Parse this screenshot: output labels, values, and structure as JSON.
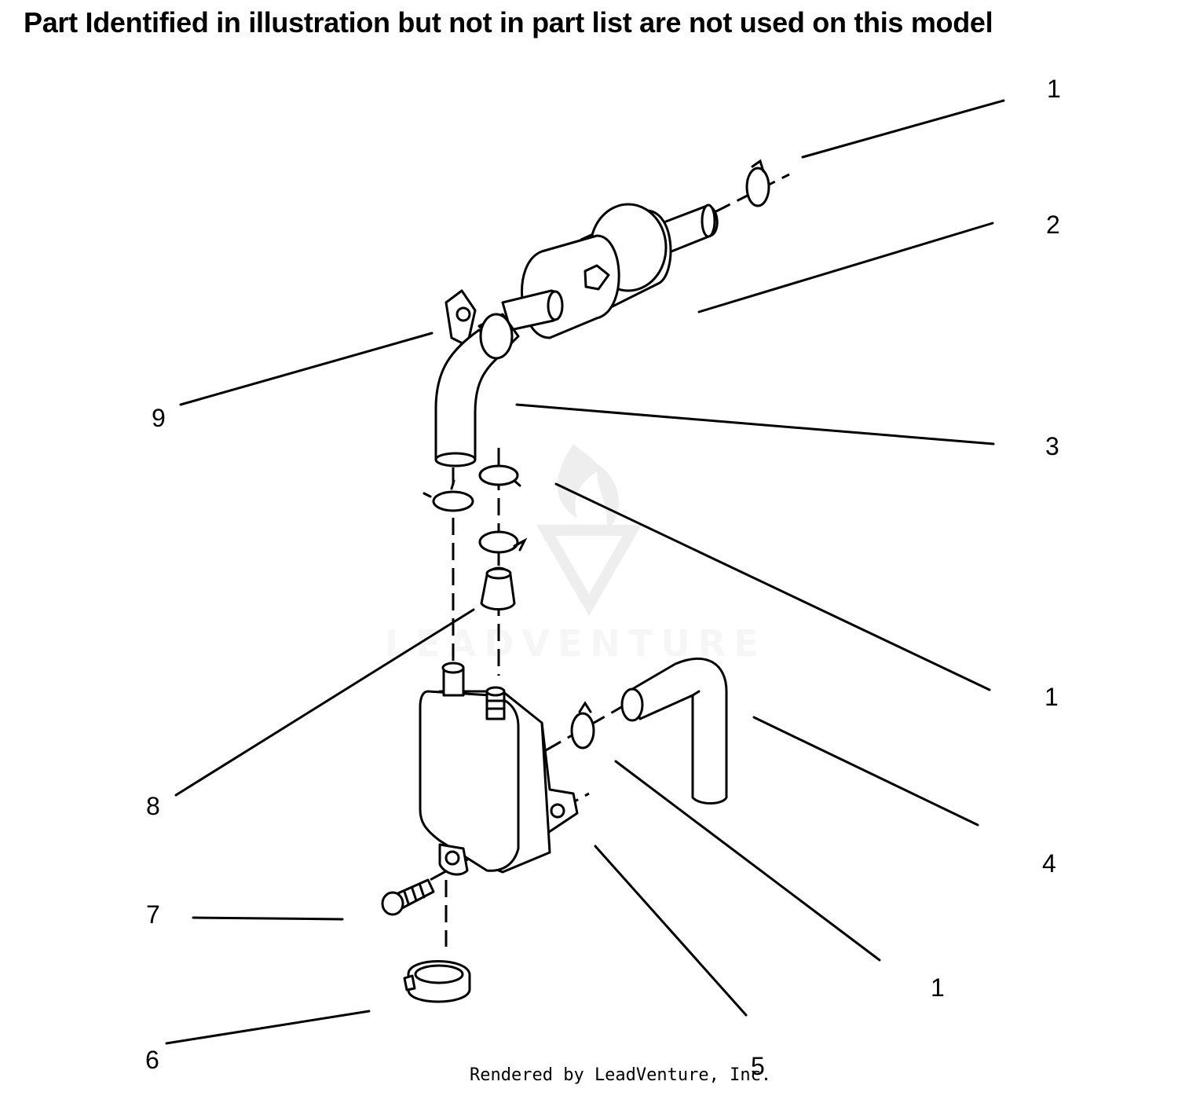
{
  "header": {
    "note": "Part Identified in illustration but not in part list are not used on this model"
  },
  "footer": {
    "rendered_by": "Rendered by LeadVenture, Inc."
  },
  "watermark": {
    "text": "LEADVENTURE"
  },
  "callouts": {
    "c1_top": "1",
    "c2": "2",
    "c3": "3",
    "c9": "9",
    "c1_mid": "1",
    "c8": "8",
    "c4": "4",
    "c7": "7",
    "c1_bottom": "1",
    "c6": "6",
    "c5": "5"
  }
}
